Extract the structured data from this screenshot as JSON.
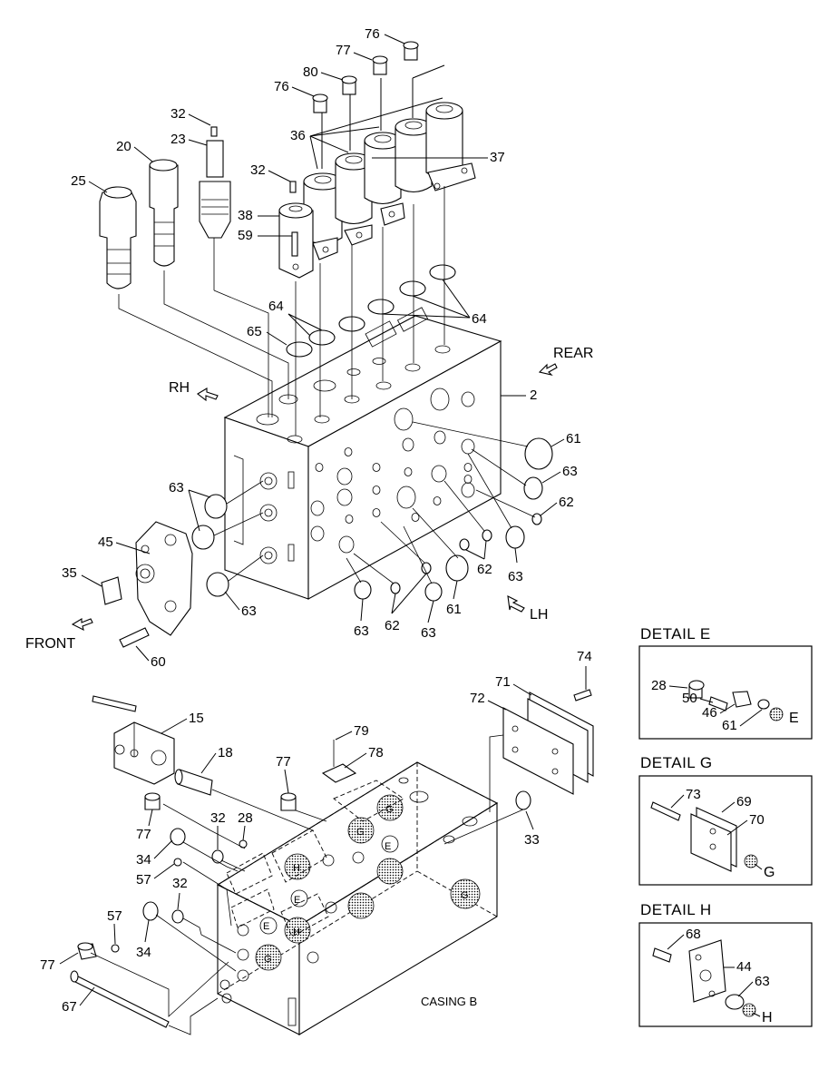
{
  "part_labels": {
    "p76a": "76",
    "p77a": "77",
    "p80": "80",
    "p76b": "76",
    "p32a": "32",
    "p23": "23",
    "p20": "20",
    "p25": "25",
    "p36": "36",
    "p37": "37",
    "p32b": "32",
    "p38": "38",
    "p59": "59",
    "p64a": "64",
    "p64b": "64",
    "p65": "65",
    "p2": "2",
    "p61a": "61",
    "p63a": "63",
    "p62a": "62",
    "p63b": "63",
    "p45": "45",
    "p35": "35",
    "p63c": "63",
    "p60": "60",
    "p63d": "63",
    "p62b": "62",
    "p63e": "63",
    "p61b": "61",
    "p62c": "62",
    "p63f": "63",
    "p15": "15",
    "p18": "18",
    "p79": "79",
    "p78": "78",
    "p77b": "77",
    "p71": "71",
    "p72": "72",
    "p74": "74",
    "p33": "33",
    "p77c": "77",
    "p32c": "32",
    "p28": "28",
    "p34a": "34",
    "p57a": "57",
    "p32d": "32",
    "p57b": "57",
    "p34b": "34",
    "p77d": "77",
    "p67": "67"
  },
  "direction_labels": {
    "rear": "REAR",
    "rh": "RH",
    "lh": "LH",
    "front": "FRONT"
  },
  "casing_label": "CASING B",
  "port_marks": [
    "E",
    "G",
    "H"
  ],
  "details": {
    "e": {
      "title": "DETAIL  E",
      "labels": [
        "28",
        "50",
        "46",
        "61",
        "E"
      ]
    },
    "g": {
      "title": "DETAIL  G",
      "labels": [
        "73",
        "69",
        "70",
        "G"
      ]
    },
    "h": {
      "title": "DETAIL  H",
      "labels": [
        "68",
        "44",
        "63",
        "H"
      ]
    }
  }
}
